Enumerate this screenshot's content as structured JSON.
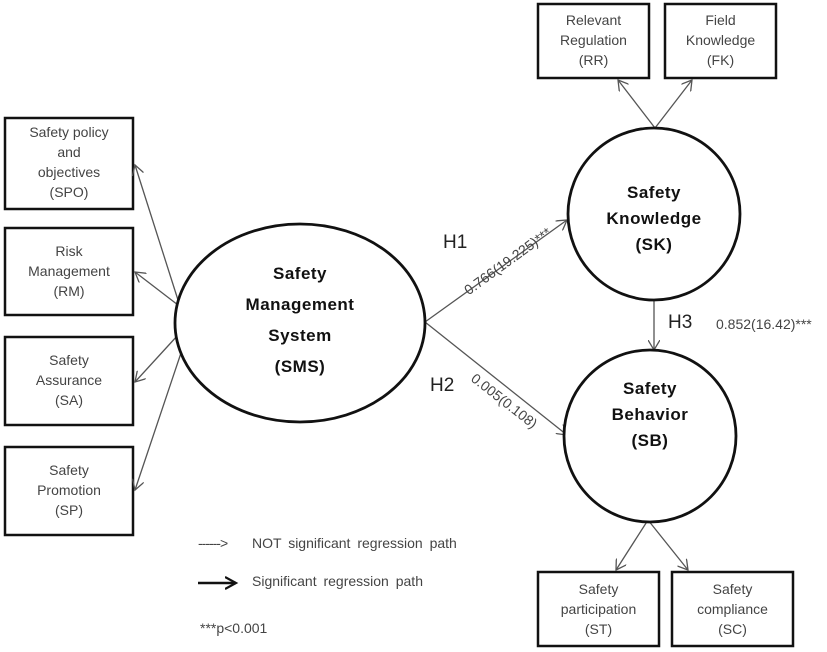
{
  "center": {
    "lines": [
      "Safety",
      "Management",
      "System",
      "(SMS)"
    ]
  },
  "knowledge": {
    "lines": [
      "Safety",
      "Knowledge",
      "(SK)"
    ]
  },
  "behavior": {
    "lines": [
      "Safety",
      "Behavior",
      "(SB)"
    ]
  },
  "sms_boxes": [
    {
      "lines": [
        "Safety policy",
        "and",
        "objectives",
        "(SPO)"
      ]
    },
    {
      "lines": [
        "Risk",
        "Management",
        "(RM)"
      ]
    },
    {
      "lines": [
        "Safety",
        "Assurance",
        "(SA)"
      ]
    },
    {
      "lines": [
        "Safety",
        "Promotion",
        "(SP)"
      ]
    }
  ],
  "sk_boxes": [
    {
      "lines": [
        "Relevant",
        "Regulation",
        "(RR)"
      ]
    },
    {
      "lines": [
        "Field",
        "Knowledge",
        "(FK)"
      ]
    }
  ],
  "sb_boxes": [
    {
      "lines": [
        "Safety",
        "participation",
        "(ST)"
      ]
    },
    {
      "lines": [
        "Safety",
        "compliance",
        "(SC)"
      ]
    }
  ],
  "paths": {
    "h1": {
      "label": "H1",
      "coef": "0.766(19.225)***"
    },
    "h2": {
      "label": "H2",
      "coef": "0.005(0.108)"
    },
    "h3": {
      "label": "H3",
      "coef": "0.852(16.42)***"
    }
  },
  "legend": {
    "dashed_symbol": "------>",
    "dashed": "NOT significant regression path",
    "solid": "Significant regression path",
    "note": "***p<0.001"
  }
}
